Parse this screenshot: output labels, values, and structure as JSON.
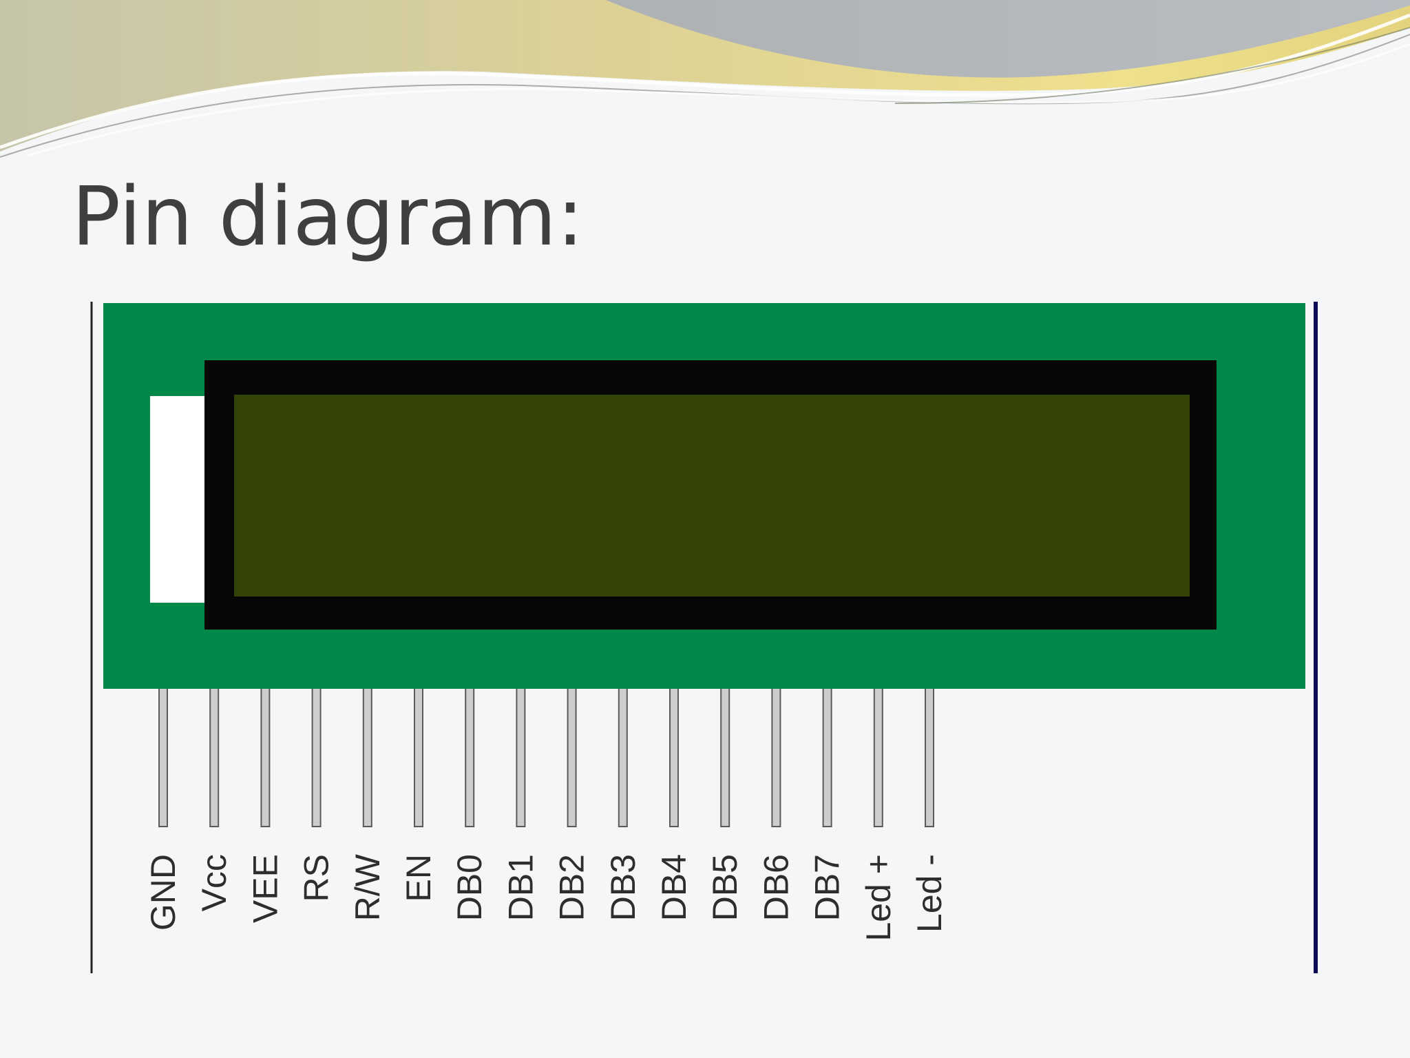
{
  "slide": {
    "title": "Pin diagram:"
  },
  "colors": {
    "background": "#f4f6f7",
    "title_text": "#3f3f3f",
    "pcb_green": "#02894a",
    "bezel_black": "#060606",
    "lcd_screen": "#344308",
    "backlight_white": "#ffffff",
    "pin_fill": "#cdcdcd",
    "pin_stroke": "#5a5a5a",
    "frame_left": "#222222",
    "frame_right": "#0c0c55",
    "wave_gold": "#e3d483",
    "wave_grey": "#b3b8bd"
  },
  "lcd": {
    "pin_count": 16,
    "pins": [
      "GND",
      "Vcc",
      "VEE",
      "RS",
      "R/W",
      "EN",
      "DB0",
      "DB1",
      "DB2",
      "DB3",
      "DB4",
      "DB5",
      "DB6",
      "DB7",
      "Led +",
      "Led -"
    ]
  }
}
